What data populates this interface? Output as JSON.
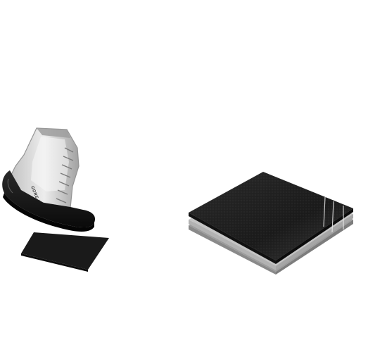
{
  "product": {
    "brand_text": "GORE-TEX"
  },
  "palette": {
    "background": "#ffffff",
    "sole": "#151515",
    "upper_translucent": "#d6d6d6",
    "mat": "#1e1e1e",
    "laminate_light": "#b8b8b8"
  },
  "illustrations": [
    {
      "name": "boot-on-pad",
      "kind": "3d-render"
    },
    {
      "name": "fabric-laminate-swatch",
      "kind": "3d-render"
    }
  ]
}
